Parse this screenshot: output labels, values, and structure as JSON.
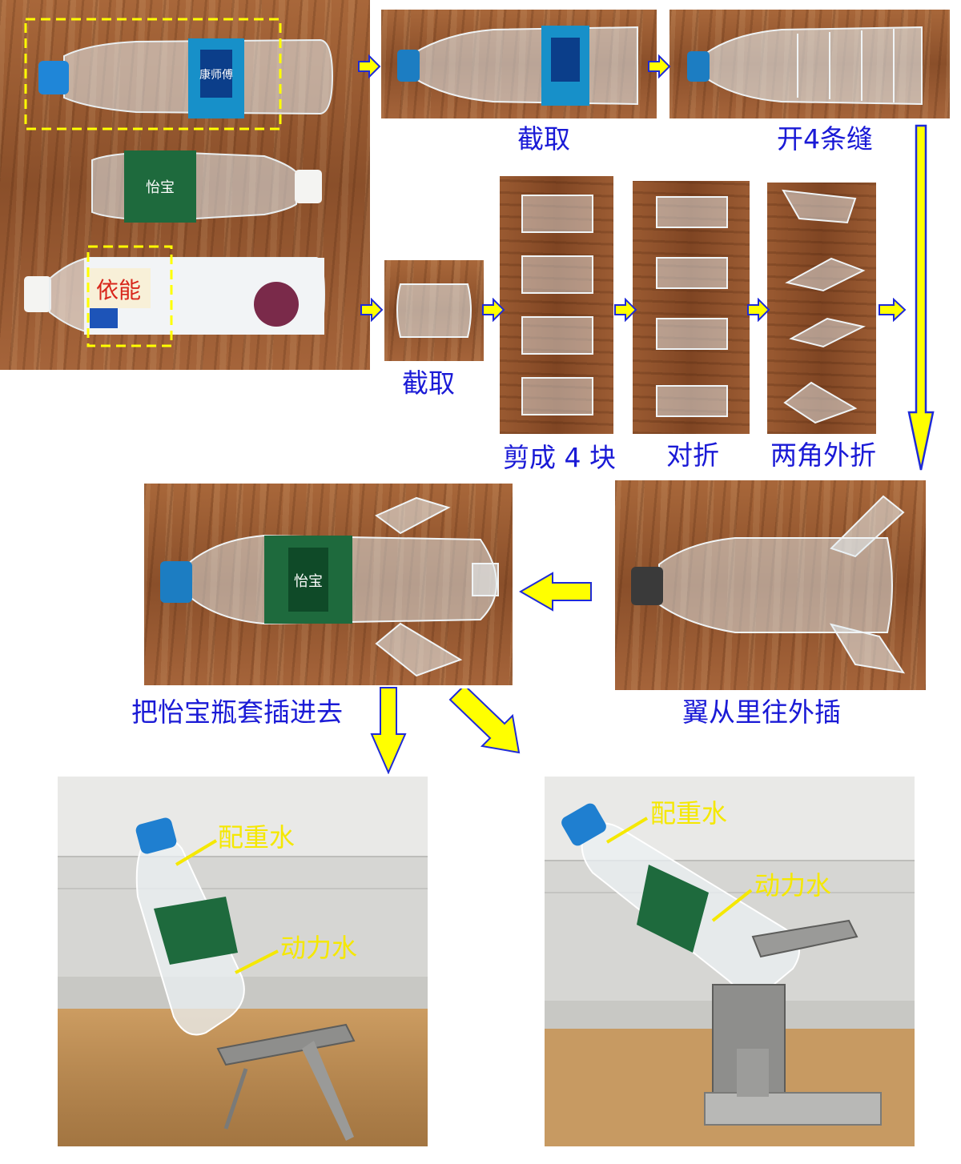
{
  "colors": {
    "label_blue": "#1a1ad6",
    "arrow_fill": "#ffff00",
    "arrow_outline": "#1e2ad8",
    "callout_yellow": "#f5e800"
  },
  "steps": {
    "cut_top": "截取",
    "four_slits": "开4条缝",
    "cut_ring": "截取",
    "cut_four": "剪成 4 块",
    "fold_half": "对折",
    "fold_corners": "两角外折",
    "insert_wings": "翼从里往外插",
    "sleeve_bottle": "把怡宝瓶套插进去"
  },
  "callouts": {
    "left_ballast": "配重水",
    "left_power": "动力水",
    "right_ballast": "配重水",
    "right_power": "动力水"
  },
  "bottle_labels": {
    "kangshifu": "康师傅",
    "yibao": "怡宝",
    "yineng": "依能"
  },
  "icons": [
    "arrow-right-icon",
    "arrow-down-icon",
    "arrow-left-icon",
    "arrow-diagonal-icon"
  ]
}
